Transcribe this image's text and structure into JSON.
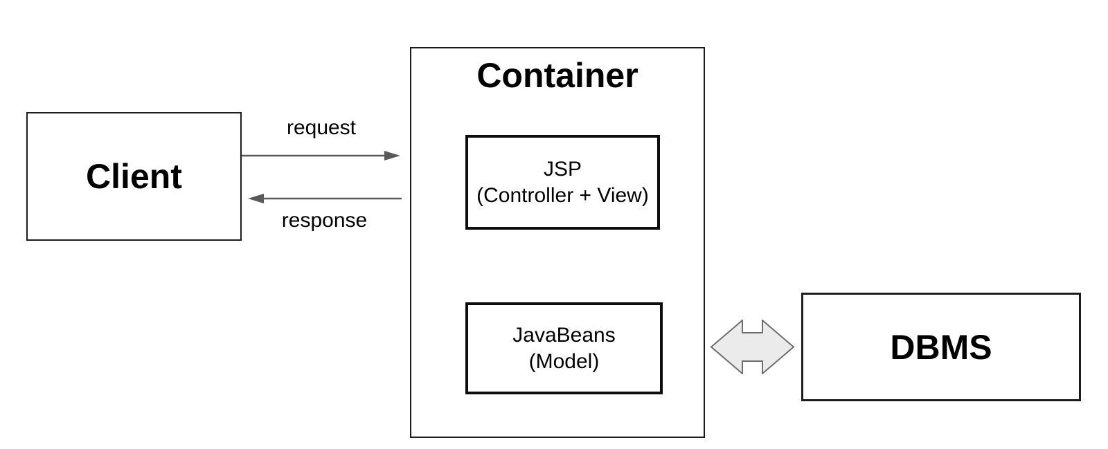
{
  "diagram": {
    "nodes": {
      "client": {
        "label": "Client"
      },
      "container": {
        "title": "Container",
        "jsp": {
          "line1": "JSP",
          "line2": "(Controller + View)"
        },
        "javabeans": {
          "line1": "JavaBeans",
          "line2": "(Model)"
        }
      },
      "dbms": {
        "label": "DBMS"
      }
    },
    "edges": {
      "request": {
        "label": "request",
        "from": "client",
        "to": "container"
      },
      "response": {
        "label": "response",
        "from": "container",
        "to": "client"
      },
      "container_dbms": {
        "type": "bidirectional-block-arrow",
        "from": "container",
        "to": "dbms"
      }
    },
    "colors": {
      "background": "#ffffff",
      "box_border": "#1c1c1c",
      "inner_box_border": "#0d0d0d",
      "arrow_line": "#595959",
      "block_arrow_fill": "#ebebeb",
      "block_arrow_stroke": "#6e6e6e"
    }
  }
}
